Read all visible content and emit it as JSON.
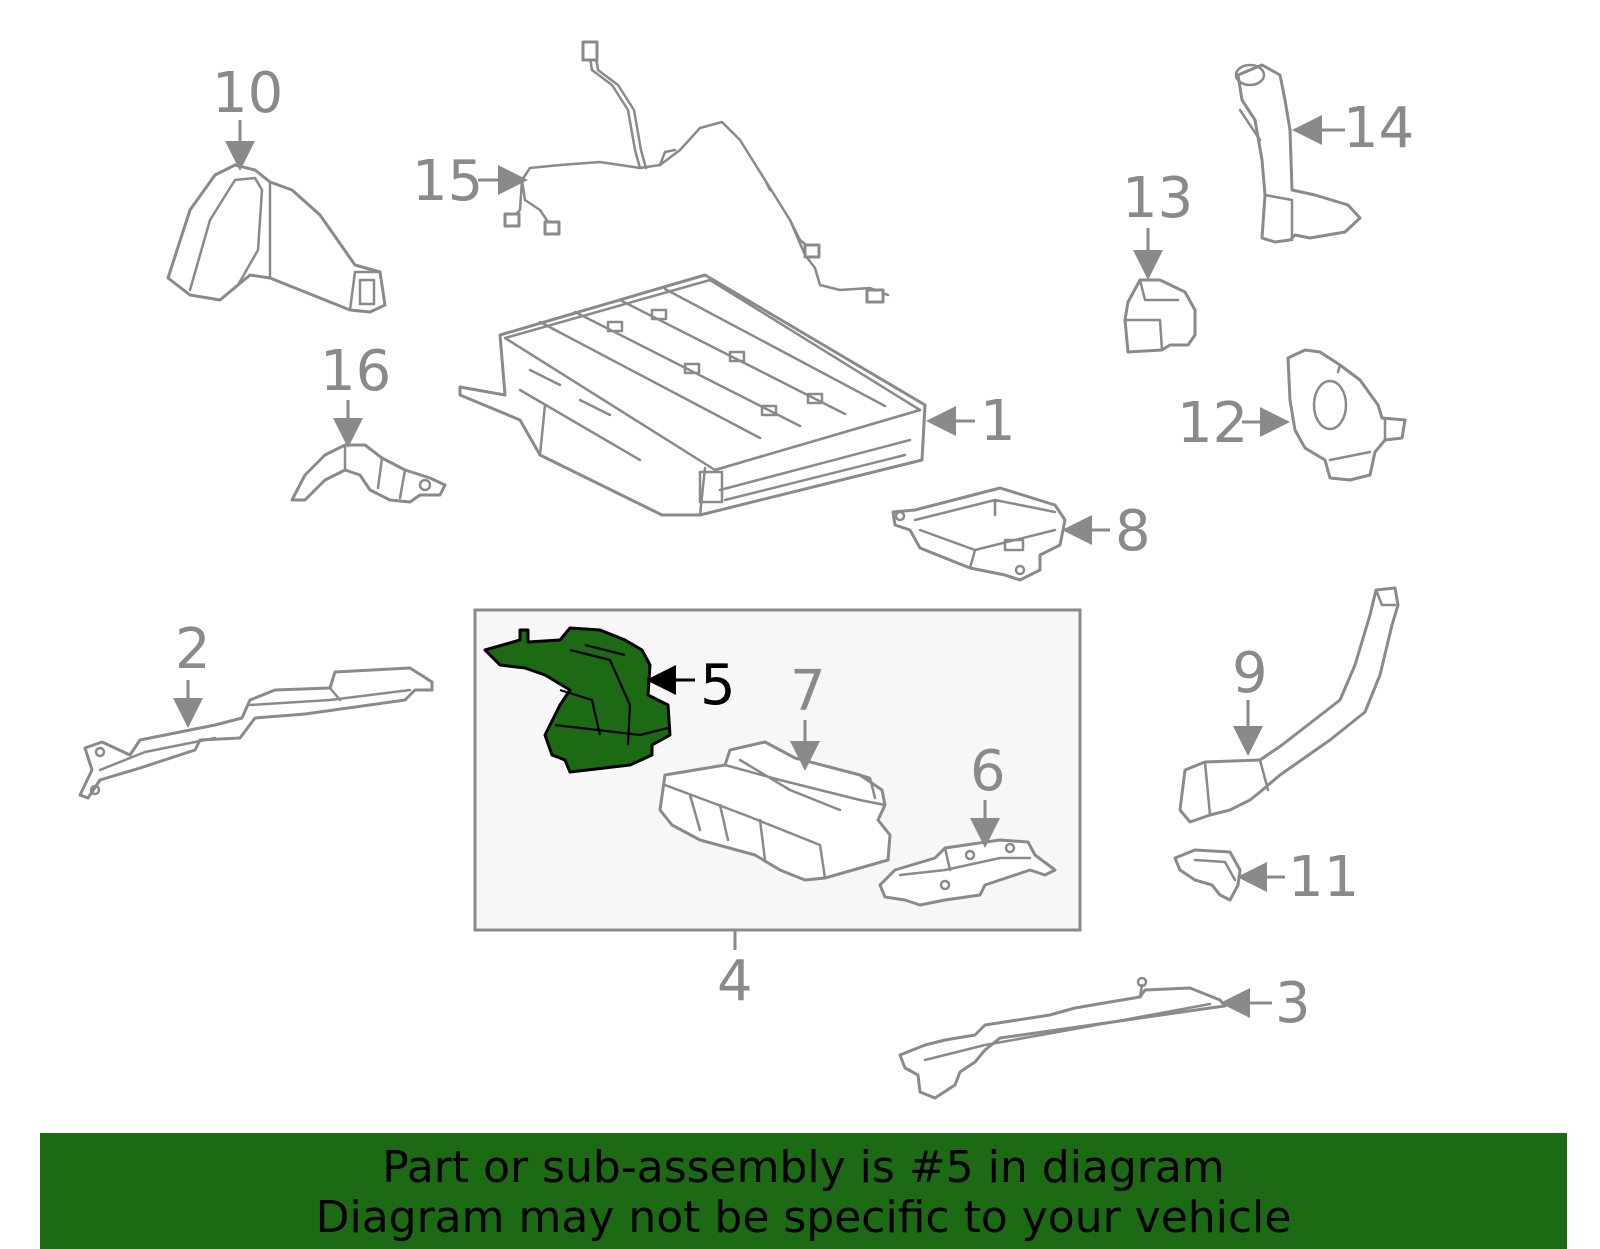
{
  "diagram": {
    "callouts": {
      "c1": "1",
      "c2": "2",
      "c3": "3",
      "c4": "4",
      "c5": "5",
      "c6": "6",
      "c7": "7",
      "c8": "8",
      "c9": "9",
      "c10": "10",
      "c11": "11",
      "c12": "12",
      "c13": "13",
      "c14": "14",
      "c15": "15",
      "c16": "16"
    },
    "highlighted_part": "5",
    "colors": {
      "line": "#8a8a8a",
      "highlight_fill": "#1d6a15",
      "banner_bg": "#1d6a15",
      "subassembly_box_bg": "#f7f7f7"
    }
  },
  "banner": {
    "line1": "Part or sub-assembly is #5 in diagram",
    "line2": "Diagram may not be specific to your vehicle"
  }
}
